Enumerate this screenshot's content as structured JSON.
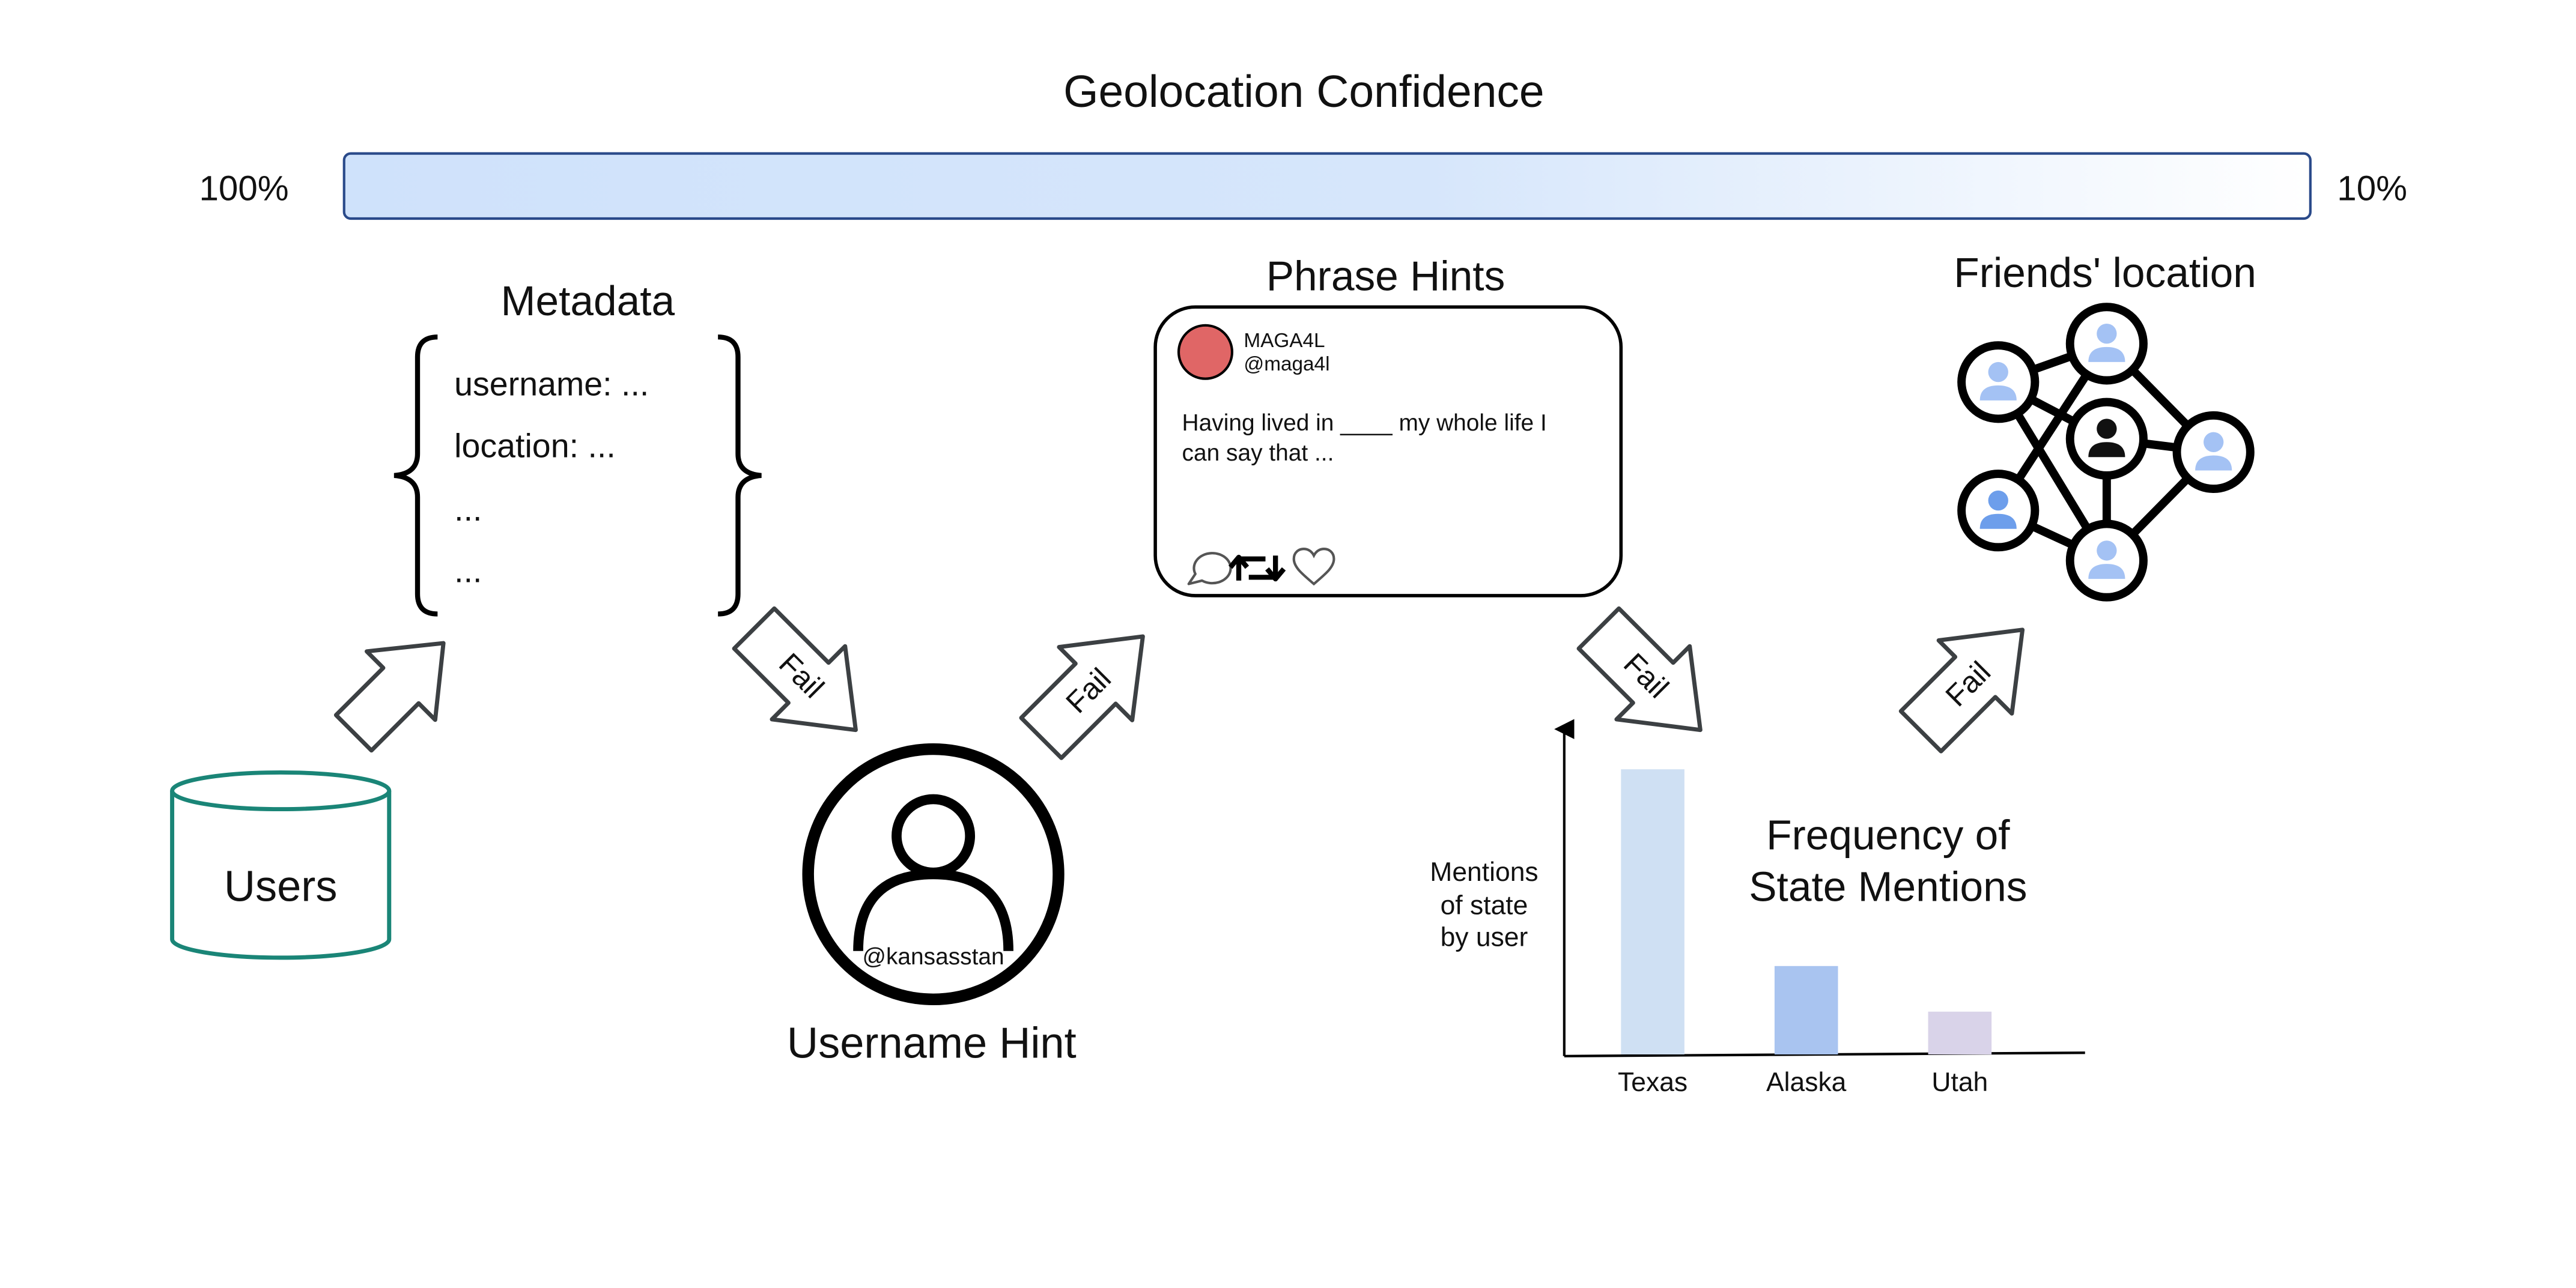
{
  "confidence": {
    "title": "Geolocation Confidence",
    "left_label": "100%",
    "right_label": "10%"
  },
  "metadata": {
    "title": "Metadata",
    "lines": [
      "username: ...",
      "location: ...",
      "...",
      "..."
    ]
  },
  "users": {
    "label": "Users"
  },
  "username_hint": {
    "title": "Username Hint",
    "handle": "@kansasstan"
  },
  "phrase_hints": {
    "title": "Phrase Hints",
    "tweet": {
      "display_name": "MAGA4L",
      "handle": "@maga4l",
      "text_line1": "Having lived in ____ my whole life I",
      "text_line2": "can say that ..."
    }
  },
  "friends": {
    "title": "Friends' location"
  },
  "arrows": {
    "fail_label": "Fail"
  },
  "chart_data": {
    "type": "bar",
    "title": "Frequency of State Mentions",
    "title_line1": "Frequency of",
    "title_line2": "State Mentions",
    "ylabel": "Mentions of state by user",
    "ylabel_lines": [
      "Mentions",
      "of state",
      "by user"
    ],
    "categories": [
      "Texas",
      "Alaska",
      "Utah"
    ],
    "values": [
      100,
      31,
      15
    ],
    "ylim": [
      0,
      110
    ],
    "grid": false,
    "colors": [
      "#cfe0f3",
      "#a9c4f0",
      "#d9d3e9"
    ]
  },
  "colors": {
    "bar_fill": "#cfe2fb",
    "bar_border": "#2a4a8a",
    "db_stroke": "#1a8577",
    "avatar_red": "#e06666",
    "friend_light": "#a4c2f4",
    "friend_mid": "#6d9eeb",
    "arrow_stroke": "#3c4043"
  }
}
